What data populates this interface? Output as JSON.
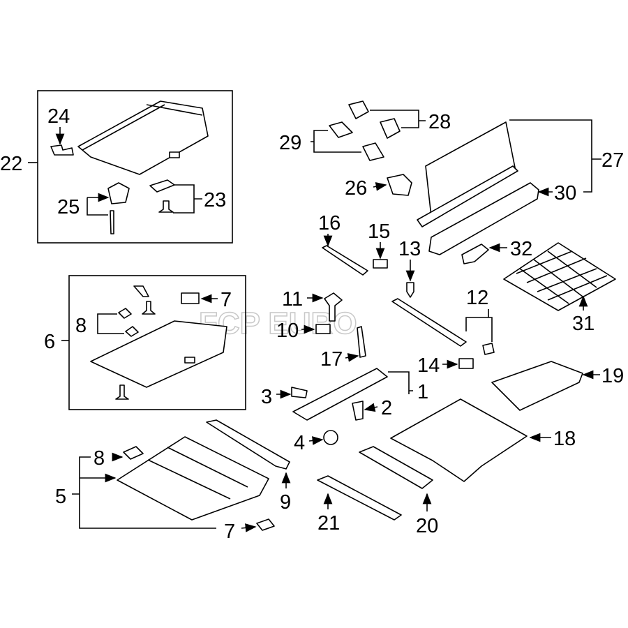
{
  "diagram": {
    "watermark": "FCP EURO",
    "callouts": [
      "22",
      "24",
      "25",
      "23",
      "6",
      "7",
      "8",
      "28",
      "29",
      "27",
      "26",
      "30",
      "16",
      "15",
      "13",
      "32",
      "11",
      "12",
      "10",
      "31",
      "17",
      "14",
      "19",
      "3",
      "2",
      "1",
      "4",
      "18",
      "8",
      "5",
      "9",
      "21",
      "20",
      "7"
    ]
  },
  "colors": {
    "line": "#000000",
    "watermark": "#c8c8c8"
  }
}
